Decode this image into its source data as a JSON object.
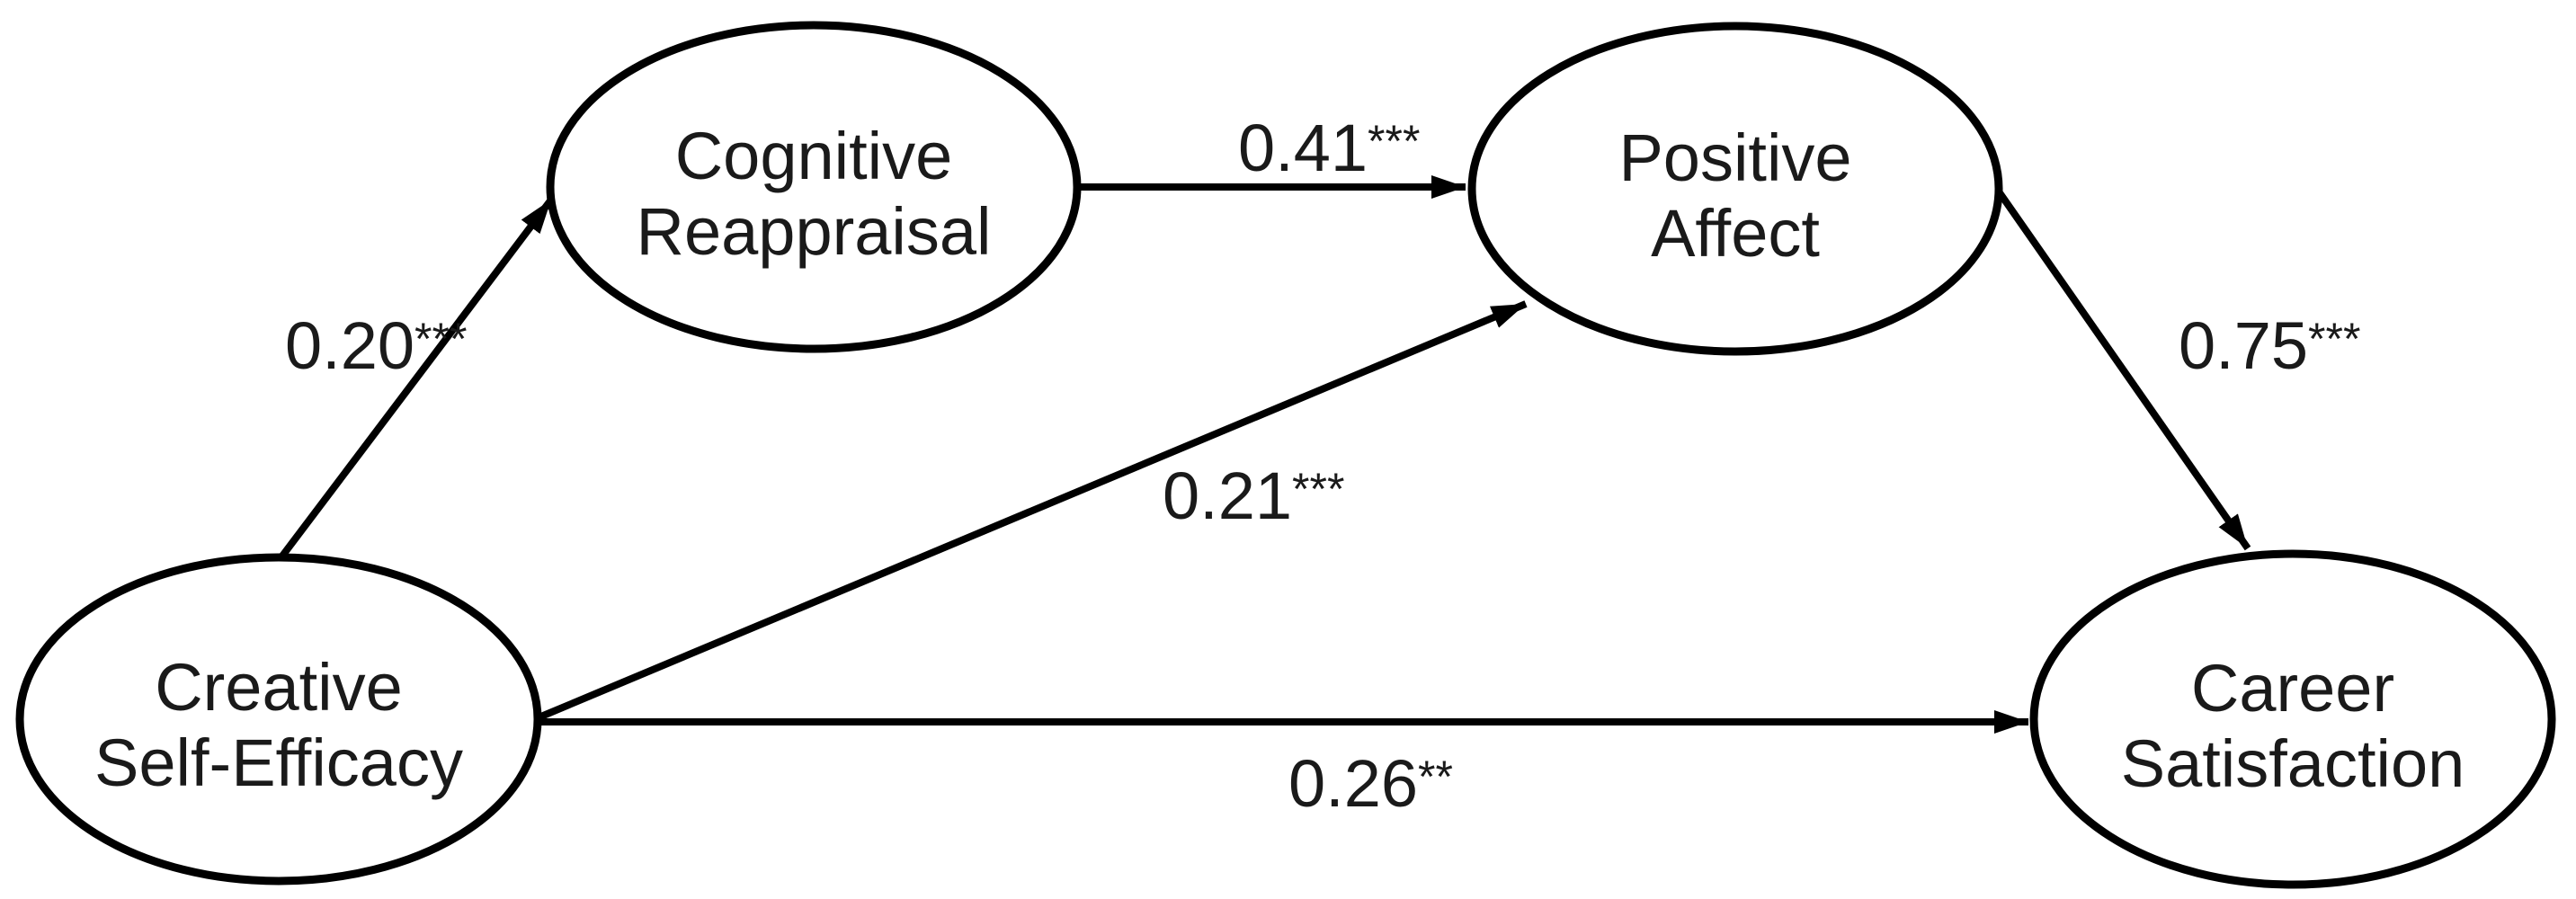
{
  "diagram": {
    "type": "path-model",
    "nodes": {
      "creative_self_efficacy": {
        "line1": "Creative",
        "line2": "Self-Efficacy"
      },
      "cognitive_reappraisal": {
        "line1": "Cognitive",
        "line2": "Reappraisal"
      },
      "positive_affect": {
        "line1": "Positive",
        "line2": "Affect"
      },
      "career_satisfaction": {
        "line1": "Career",
        "line2": "Satisfaction"
      }
    },
    "edges": {
      "cse_to_cr": {
        "from": "Creative Self-Efficacy",
        "to": "Cognitive Reappraisal",
        "coefficient": "0.20",
        "significance": "***"
      },
      "cr_to_pa": {
        "from": "Cognitive Reappraisal",
        "to": "Positive Affect",
        "coefficient": "0.41",
        "significance": "***"
      },
      "cse_to_pa": {
        "from": "Creative Self-Efficacy",
        "to": "Positive Affect",
        "coefficient": "0.21",
        "significance": "***"
      },
      "pa_to_cs": {
        "from": "Positive Affect",
        "to": "Career Satisfaction",
        "coefficient": "0.75",
        "significance": "***"
      },
      "cse_to_cs": {
        "from": "Creative Self-Efficacy",
        "to": "Career Satisfaction",
        "coefficient": "0.26",
        "significance": "**"
      }
    },
    "colors": {
      "stroke": "#000000",
      "background": "#ffffff",
      "text": "#1a1a1a"
    }
  }
}
